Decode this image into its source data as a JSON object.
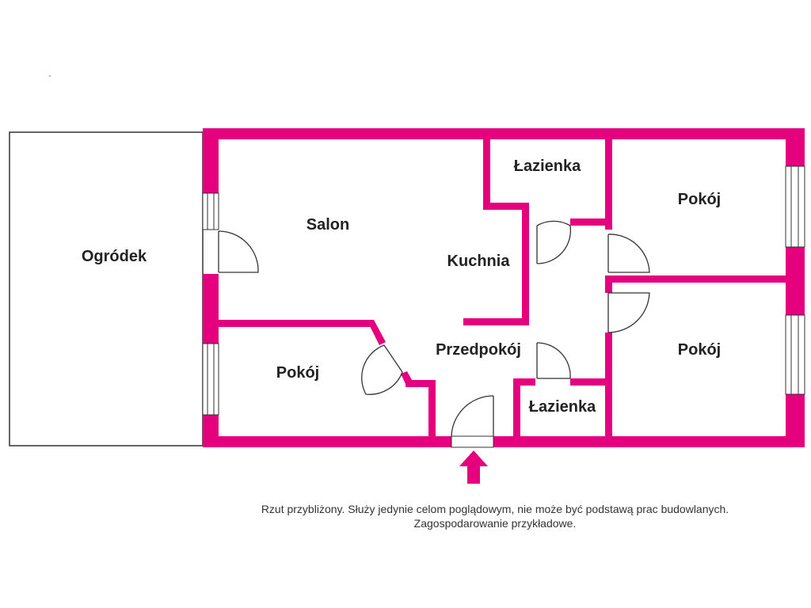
{
  "colors": {
    "wall": "#e5007d",
    "outline": "#333333",
    "text": "#222222",
    "background": "#ffffff"
  },
  "rooms": {
    "garden": "Ogródek",
    "living_room": "Salon",
    "kitchen": "Kuchnia",
    "bathroom_top": "Łazienka",
    "room_top_right": "Pokój",
    "hallway": "Przedpokój",
    "room_bottom_right": "Pokój",
    "room_bottom_left": "Pokój",
    "bathroom_bottom": "Łazienka"
  },
  "entrance_marker": "entrance-arrow-icon",
  "disclaimer": {
    "line1": "Rzut przybliżony. Służy jedynie celom poglądowym, nie może być podstawą prac budowlanych.",
    "line2": "Zagospodarowanie przykładowe."
  }
}
